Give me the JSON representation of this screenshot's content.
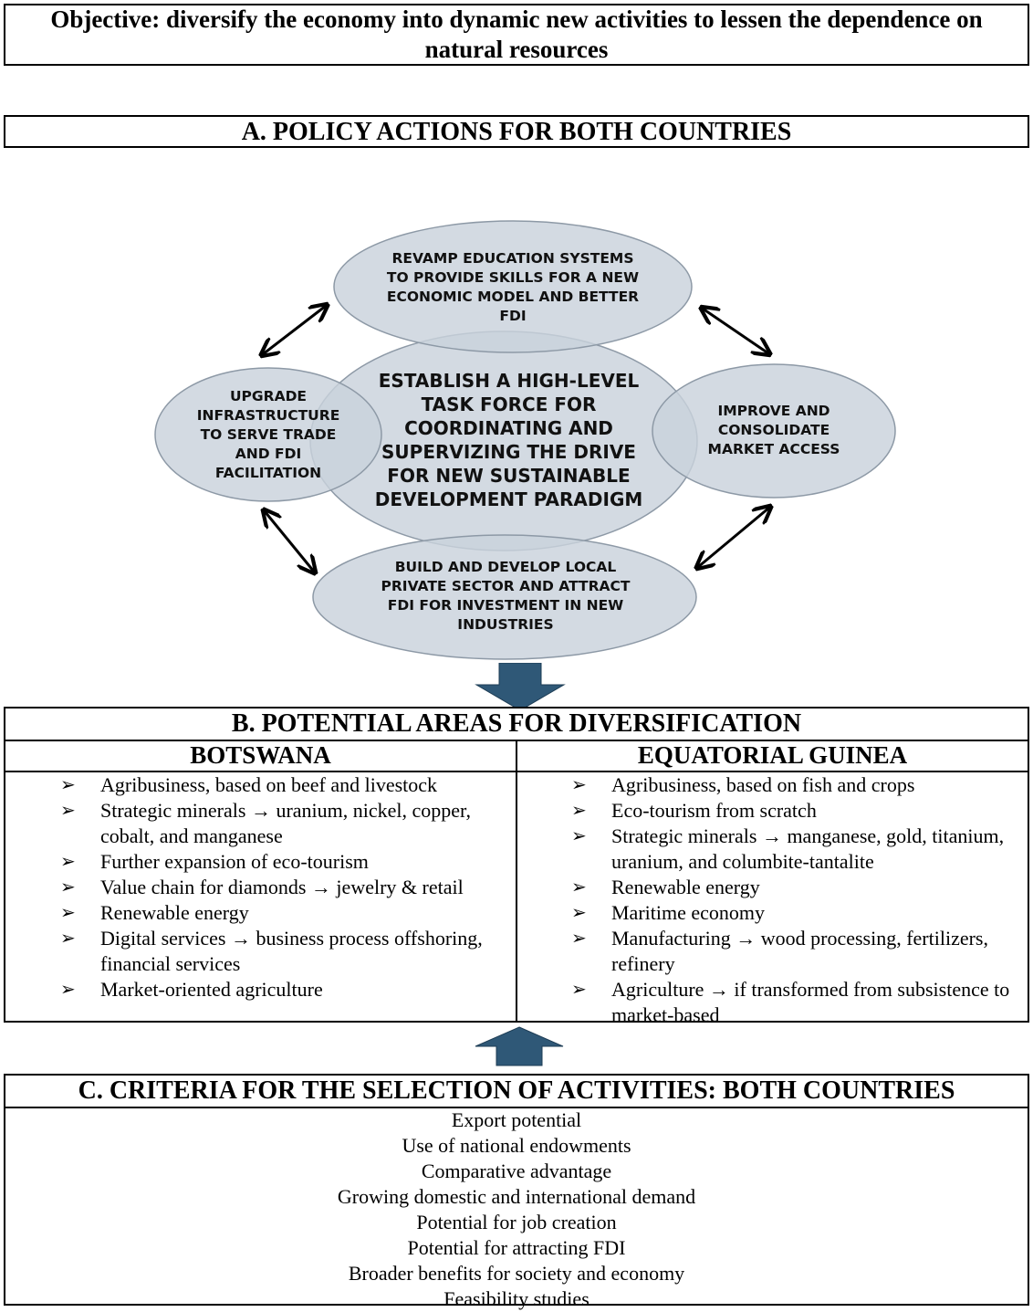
{
  "objective": "Objective: diversify the economy into dynamic new activities to lessen the dependence on natural resources",
  "section_a": {
    "title": "A. POLICY ACTIONS FOR BOTH COUNTRIES",
    "center": "ESTABLISH A HIGH-LEVEL TASK FORCE FOR COORDINATING AND SUPERVIZING THE DRIVE FOR NEW SUSTAINABLE DEVELOPMENT PARADIGM",
    "top": "REVAMP EDUCATION SYSTEMS TO PROVIDE SKILLS FOR A NEW ECONOMIC MODEL AND BETTER FDI",
    "left": "UPGRADE INFRASTRUCTURE TO SERVE TRADE AND FDI FACILITATION",
    "right": "IMPROVE AND CONSOLIDATE MARKET ACCESS",
    "bottom": "BUILD AND DEVELOP LOCAL PRIVATE SECTOR AND ATTRACT FDI FOR INVESTMENT IN NEW INDUSTRIES",
    "ellipse_fill": "#c9d2dc",
    "arrow_fill": "#2f5877"
  },
  "section_b": {
    "title": "B. POTENTIAL AREAS FOR DIVERSIFICATION",
    "botswana": {
      "heading": "BOTSWANA",
      "items": [
        "Agribusiness, based on beef and livestock",
        "Strategic minerals → uranium, nickel, copper, cobalt, and manganese",
        "Further expansion of eco-tourism",
        "Value chain for diamonds → jewelry & retail",
        "Renewable energy",
        "Digital services → business process offshoring, financial services",
        "Market-oriented agriculture"
      ]
    },
    "equatorial_guinea": {
      "heading": "EQUATORIAL GUINEA",
      "items": [
        "Agribusiness, based on fish and crops",
        "Eco-tourism from scratch",
        "Strategic minerals → manganese, gold, titanium, uranium, and columbite-tantalite",
        "Renewable energy",
        "Maritime economy",
        "Manufacturing → wood processing, fertilizers, refinery",
        "Agriculture → if transformed from subsistence to market-based"
      ]
    },
    "bullet_glyph": "➢"
  },
  "section_c": {
    "title": "C. CRITERIA FOR THE SELECTION OF ACTIVITIES: BOTH COUNTRIES",
    "items": [
      "Export potential",
      "Use of national endowments",
      "Comparative advantage",
      "Growing domestic and international demand",
      "Potential for job creation",
      "Potential for attracting FDI",
      "Broader benefits for society and economy",
      "Feasibility studies"
    ]
  }
}
